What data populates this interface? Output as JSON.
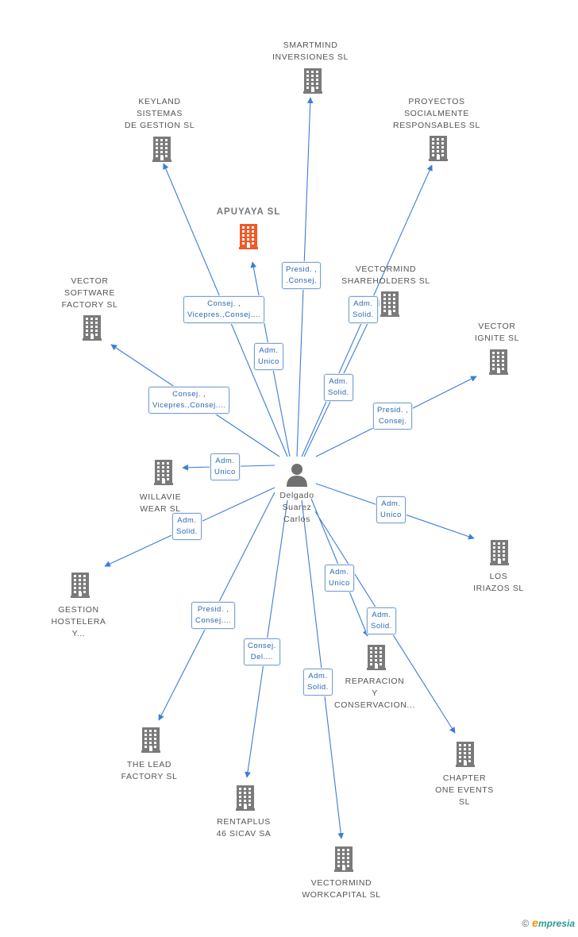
{
  "center": {
    "name": "Delgado\nSuarez\nCarlos"
  },
  "nodes": [
    {
      "id": "apuyaya",
      "label": "APUYAYA SL",
      "highlight": true
    },
    {
      "id": "smartmind",
      "label": "SMARTMIND\nINVERSIONES SL"
    },
    {
      "id": "keyland",
      "label": "KEYLAND\nSISTEMAS\nDE GESTION SL"
    },
    {
      "id": "proyectos",
      "label": "PROYECTOS\nSOCIALMENTE\nRESPONSABLES SL"
    },
    {
      "id": "vectorsoftware",
      "label": "VECTOR\nSOFTWARE\nFACTORY SL"
    },
    {
      "id": "vectormindsh",
      "label": "VECTORMIND\nSHAREHOLDERS SL"
    },
    {
      "id": "vectorignite",
      "label": "VECTOR\nIGNITE  SL"
    },
    {
      "id": "willavie",
      "label": "WILLAVIE\nWEAR SL"
    },
    {
      "id": "gestion",
      "label": "GESTION\nHOSTELERA\nY..."
    },
    {
      "id": "losiriazos",
      "label": "LOS\nIRIAZOS SL"
    },
    {
      "id": "reparacion",
      "label": "REPARACION\nY\nCONSERVACION..."
    },
    {
      "id": "chapter",
      "label": "CHAPTER\nONE EVENTS\nSL"
    },
    {
      "id": "thelead",
      "label": "THE LEAD\nFACTORY SL"
    },
    {
      "id": "rentaplus",
      "label": "RENTAPLUS\n46 SICAV SA"
    },
    {
      "id": "vectormindwc",
      "label": "VECTORMIND\nWORKCAPITAL SL"
    }
  ],
  "edges": [
    {
      "to": "smartmind",
      "label": "Presid. ,\n.Consej."
    },
    {
      "to": "keyland",
      "label": "Consej. ,\nVicepres.,Consej...."
    },
    {
      "to": "apuyaya",
      "label": "Adm.\nUnico"
    },
    {
      "to": "proyectos",
      "label": "Adm.\nSolid."
    },
    {
      "to": "vectormindsh",
      "label": "Adm.\nSolid."
    },
    {
      "to": "vectorsoftware",
      "label": "Consej. ,\nVicepres.,Consej...."
    },
    {
      "to": "vectorignite",
      "label": "Presid. ,\nConsej."
    },
    {
      "to": "willavie",
      "label": "Adm.\nUnico"
    },
    {
      "to": "gestion",
      "label": "Adm.\nSolid."
    },
    {
      "to": "losiriazos",
      "label": "Adm.\nUnico"
    },
    {
      "to": "reparacion",
      "label": "Adm.\nUnico"
    },
    {
      "to": "chapter",
      "label": "Adm.\nSolid."
    },
    {
      "to": "thelead",
      "label": "Presid. ,\nConsej...."
    },
    {
      "to": "rentaplus",
      "label": "Consej.\nDel...."
    },
    {
      "to": "vectormindwc",
      "label": "Adm.\nSolid."
    }
  ],
  "colors": {
    "edge": "#3b7dd8",
    "building": "#7a7a7a",
    "highlight": "#f05a28",
    "person": "#707070"
  },
  "footer": {
    "copyright": "©",
    "brand_e": "e",
    "brand_rest": "mpresia"
  }
}
